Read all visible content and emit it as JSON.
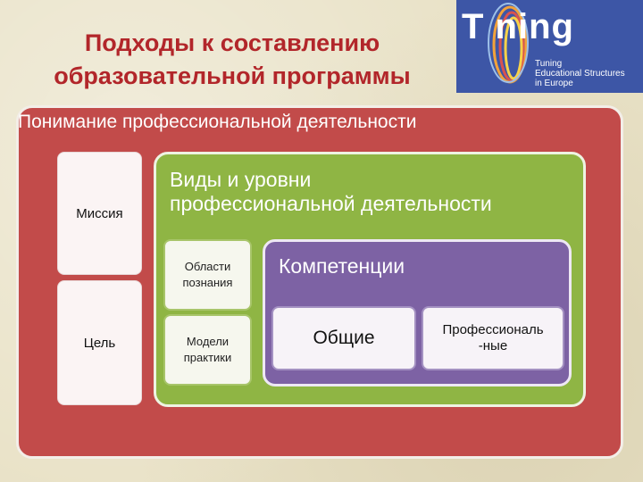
{
  "slide": {
    "title_line1": "Подходы к составлению",
    "title_line2": "образовательной программы"
  },
  "logo": {
    "word": "T   ning",
    "sub": [
      "Tuning",
      "Educational Structures",
      "in Europe"
    ]
  },
  "diagram": {
    "outer_label": "Понимание профессиональной деятельности",
    "mission": "Миссия",
    "goal": "Цель",
    "green_label_line1": "Виды и уровни",
    "green_label_line2": "профессиональной деятельности",
    "knowledge_areas_line1": "Области",
    "knowledge_areas_line2": "познания",
    "practice_models_line1": "Модели",
    "practice_models_line2": "практики",
    "competencies_label": "Компетенции",
    "general": "Общие",
    "professional_line1": "Профессиональ",
    "professional_line2": "-ные"
  },
  "colors": {
    "title": "#b2262a",
    "outer": "#c24b4a",
    "green": "#8fb544",
    "purple": "#7d62a4",
    "logo_bg": "#3d56a6"
  }
}
